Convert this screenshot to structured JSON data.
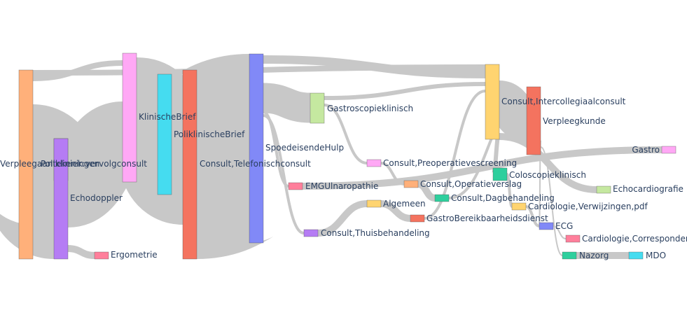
{
  "diagram": {
    "type": "sankey",
    "link_color": "#c8c8c8",
    "nodes": [
      {
        "id": "n0",
        "label": "Verpleegaantekeningen",
        "color": "#ffb07a"
      },
      {
        "id": "n1",
        "label": "Polikliniek:vervolgconsult",
        "color": "#b57cf4"
      },
      {
        "id": "n2",
        "label": "Echodoppler",
        "color": "#b57cf4"
      },
      {
        "id": "n3",
        "label": "Ergometrie",
        "color": "#ff7f9b"
      },
      {
        "id": "n4",
        "label": "KlinischeBrief",
        "color": "#ffa8f5"
      },
      {
        "id": "n5",
        "label": "PoliklinischeBrief",
        "color": "#45dcf0"
      },
      {
        "id": "n6",
        "label": "Consult,Telefonischconsult",
        "color": "#f4735f"
      },
      {
        "id": "n7",
        "label": "SpoedeisendeHulp",
        "color": "#8189f7"
      },
      {
        "id": "n8",
        "label": "EMGUlnaropathie",
        "color": "#ff7f9b"
      },
      {
        "id": "n9",
        "label": "Consult,Thuisbehandeling",
        "color": "#b57cf4"
      },
      {
        "id": "n10",
        "label": "Gastroscopieklinisch",
        "color": "#c5e8a0"
      },
      {
        "id": "n11",
        "label": "Consult,Preoperatievescreening",
        "color": "#ffa8f5"
      },
      {
        "id": "n12",
        "label": "Consult,Operatieverslag",
        "color": "#ffb07a"
      },
      {
        "id": "n13",
        "label": "Algemeen",
        "color": "#ffd470"
      },
      {
        "id": "n14",
        "label": "GastroBereikbaarheidsdienst",
        "color": "#f4735f"
      },
      {
        "id": "n15",
        "label": "Consult,Dagbehandeling",
        "color": "#2ecf9d"
      },
      {
        "id": "n16",
        "label": "Consult,Intercollegiaalconsult",
        "color": "#ffd470"
      },
      {
        "id": "n17",
        "label": "Verpleegkunde",
        "color": "#f4735f"
      },
      {
        "id": "n18",
        "label": "Coloscopieklinisch",
        "color": "#2ecf9d"
      },
      {
        "id": "n19",
        "label": "Cardiologie,Verwijzingen,pdf",
        "color": "#ffd470"
      },
      {
        "id": "n20",
        "label": "ECG",
        "color": "#8189f7"
      },
      {
        "id": "n21",
        "label": "Cardiologie,Correspondentie",
        "color": "#ff7f9b"
      },
      {
        "id": "n22",
        "label": "Nazorg",
        "color": "#2ecf9d"
      },
      {
        "id": "n23",
        "label": "MDO",
        "color": "#45dcf0"
      },
      {
        "id": "n24",
        "label": "Gastro",
        "color": "#ffa8f5"
      },
      {
        "id": "n25",
        "label": "Echocardiografie",
        "color": "#c5e8a0"
      }
    ],
    "links": [
      {
        "source": "n0",
        "target": "n2",
        "value": 22
      },
      {
        "source": "n0",
        "target": "n16",
        "value": 3
      },
      {
        "source": "n0",
        "target": "n4",
        "value": 3
      },
      {
        "source": "n1",
        "target": "n2",
        "value": 1
      },
      {
        "source": "n2",
        "target": "n4",
        "value": 20
      },
      {
        "source": "n2",
        "target": "n3",
        "value": 3
      },
      {
        "source": "n4",
        "target": "n5",
        "value": 22
      },
      {
        "source": "n4",
        "target": "n6",
        "value": 3
      },
      {
        "source": "n5",
        "target": "n6",
        "value": 22
      },
      {
        "source": "n6",
        "target": "n7",
        "value": 38
      },
      {
        "source": "n7",
        "target": "n16",
        "value": 3
      },
      {
        "source": "n7",
        "target": "n10",
        "value": 6
      },
      {
        "source": "n7",
        "target": "n8",
        "value": 1
      },
      {
        "source": "n7",
        "target": "n9",
        "value": 1
      },
      {
        "source": "n10",
        "target": "n16",
        "value": 1
      },
      {
        "source": "n10",
        "target": "n11",
        "value": 1
      },
      {
        "source": "n11",
        "target": "n12",
        "value": 1
      },
      {
        "source": "n8",
        "target": "n24",
        "value": 1
      },
      {
        "source": "n9",
        "target": "n13",
        "value": 1
      },
      {
        "source": "n13",
        "target": "n14",
        "value": 1
      },
      {
        "source": "n12",
        "target": "n15",
        "value": 1
      },
      {
        "source": "n14",
        "target": "n16",
        "value": 1
      },
      {
        "source": "n15",
        "target": "n17",
        "value": 1
      },
      {
        "source": "n16",
        "target": "n17",
        "value": 5
      },
      {
        "source": "n16",
        "target": "n18",
        "value": 2
      },
      {
        "source": "n16",
        "target": "n25",
        "value": 1
      },
      {
        "source": "n18",
        "target": "n19",
        "value": 1
      },
      {
        "source": "n19",
        "target": "n20",
        "value": 1
      },
      {
        "source": "n17",
        "target": "n20",
        "value": 1
      },
      {
        "source": "n20",
        "target": "n21",
        "value": 1
      },
      {
        "source": "n17",
        "target": "n22",
        "value": 1
      },
      {
        "source": "n22",
        "target": "n23",
        "value": 1
      }
    ]
  }
}
